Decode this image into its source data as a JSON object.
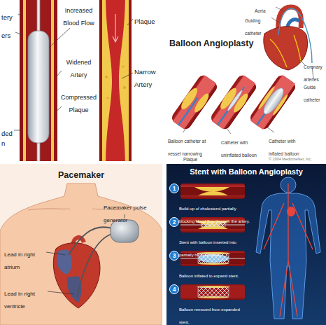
{
  "diagram": {
    "nodes": [
      {
        "text": [
          "Stent with Balloon Angioplasty"
        ]
      },
      {
        "text": [
          "1"
        ],
        "in": 0
      },
      {
        "text": [
          "2"
        ],
        "in": 0
      },
      {
        "text": [
          "3"
        ],
        "in": 0
      },
      {
        "text": [
          "4"
        ],
        "in": 0
      }
    ],
    "labels": [
      "tery",
      "ers",
      "Increased Blood Flow",
      "Plaque",
      "Widened Artery",
      "Narrow Artery",
      "Compressed Plaque",
      "ded",
      "n",
      "Balloon Angioplasty",
      "Aorta",
      "Guiding catheter",
      "Coronary arteries",
      "Guide catheter",
      "Balloon catheter at vessel narrowing",
      "Plaque",
      "Catheter with uninflated balloon",
      "Catheter with inflated balloon",
      "© 2004 MedicineNet, Inc.",
      "Pacemaker",
      "Pacemaker pulse generator",
      "Lead in right atrium",
      "Lead in right ventricle",
      "Build-up of cholesterol partially blocking blood flow through the artery.",
      "Stent with balloon inserted into partially blocked artery.",
      "Balloon inflated to expand stent.",
      "Balloon removed from expanded stent."
    ]
  }
}
